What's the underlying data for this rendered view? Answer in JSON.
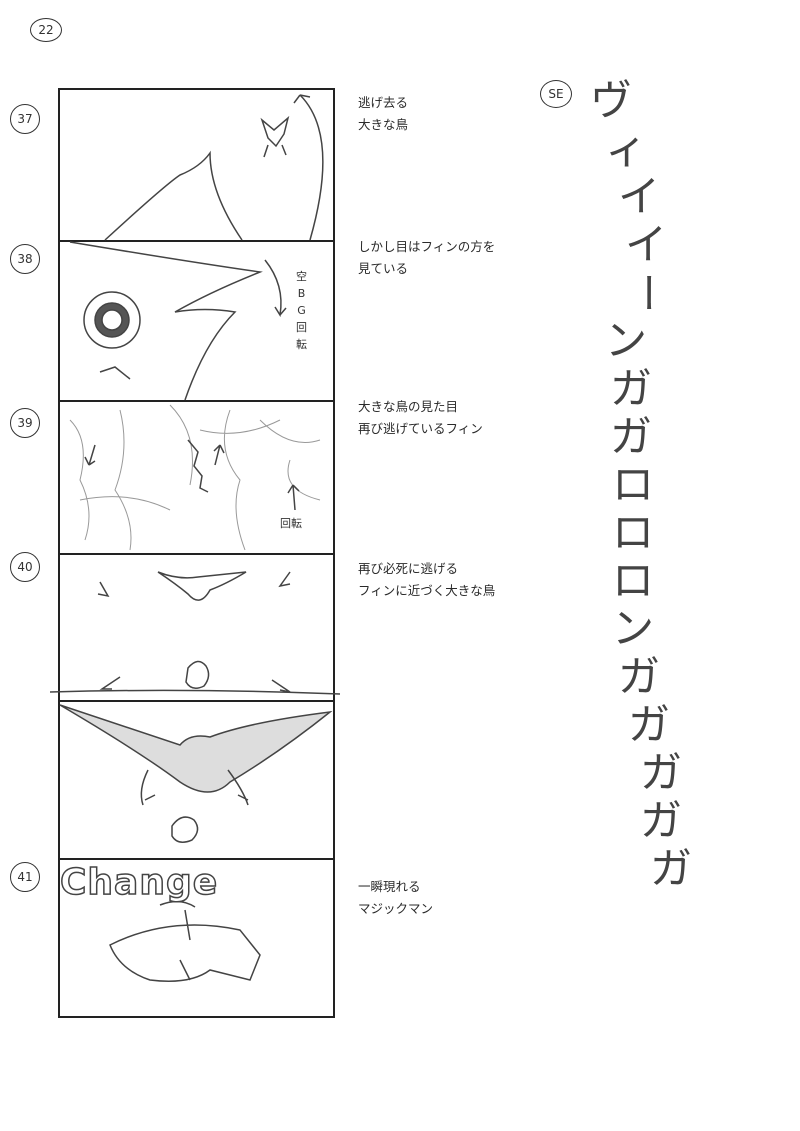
{
  "page_number": "22",
  "cuts": [
    {
      "number": "37",
      "note_lines": [
        "逃げ去る",
        "大きな鳥"
      ]
    },
    {
      "number": "38",
      "note_lines": [
        "しかし目はフィンの方を",
        "見ている"
      ],
      "panel_text": [
        "空",
        "B",
        "G",
        "回",
        "転"
      ]
    },
    {
      "number": "39",
      "note_lines": [
        "大きな鳥の見た目",
        "再び逃げているフィン"
      ],
      "panel_text": "回転"
    },
    {
      "number": "40",
      "note_lines": [
        "再び必死に逃げる",
        "フィンに近づく大きな鳥"
      ]
    },
    {
      "number": "",
      "note_lines": []
    },
    {
      "number": "41",
      "note_lines": [
        "一瞬現れる",
        "マジックマン"
      ],
      "panel_text": "Change"
    }
  ],
  "sound_effect": {
    "label": "SE",
    "column1": [
      "ヴ",
      "ィ",
      "イ",
      "イ",
      "ー",
      "ン"
    ],
    "column2": [
      "ガ",
      "ガ",
      "ロ",
      "ロ",
      "ロ",
      "ン",
      "ガ",
      "ガ",
      "ガ",
      "ガ",
      "ガ"
    ]
  }
}
